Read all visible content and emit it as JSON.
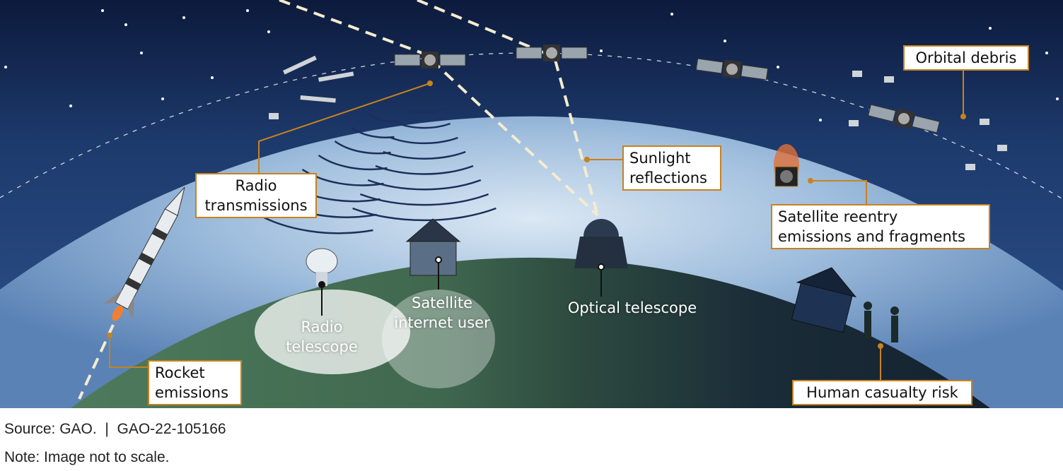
{
  "labels": {
    "orbital_debris": "Orbital debris",
    "radio_transmissions": [
      "Radio",
      "transmissions"
    ],
    "sunlight_reflections": [
      "Sunlight",
      "reflections"
    ],
    "satellite_reentry": [
      "Satellite reentry",
      "emissions and fragments"
    ],
    "rocket_emissions": [
      "Rocket",
      "emissions"
    ],
    "human_casualty": "Human casualty risk",
    "radio_telescope": [
      "Radio",
      "telescope"
    ],
    "satellite_internet_user": [
      "Satellite",
      "internet user"
    ],
    "optical_telescope": "Optical telescope"
  },
  "footer": {
    "source": "Source: GAO.  |  GAO-22-105166",
    "note": "Note: Image not to scale."
  },
  "colors": {
    "callout": "#c8821e",
    "sky_top": "#0e1f44",
    "sky_bottom": "#8fb2d6",
    "earth": "#2c4a3e"
  }
}
